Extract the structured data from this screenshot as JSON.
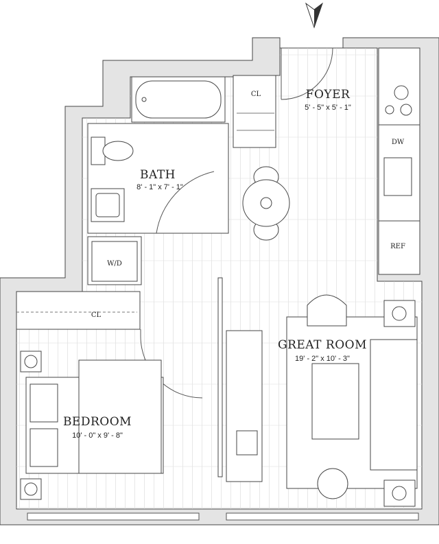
{
  "rooms": {
    "foyer": {
      "name": "FOYER",
      "dims": "5' - 5\" x 5' - 1\""
    },
    "bath": {
      "name": "BATH",
      "dims": "8' - 1\" x 7' - 1\""
    },
    "great_room": {
      "name": "GREAT ROOM",
      "dims": "19' - 2\" x 10' - 3\""
    },
    "bedroom": {
      "name": "BEDROOM",
      "dims": "10' - 0\" x 9' - 8\""
    }
  },
  "labels": {
    "foyer_closet": "CL",
    "bedroom_closet": "CL",
    "dishwasher": "DW",
    "refrigerator": "REF",
    "washer_dryer": "W/D"
  },
  "colors": {
    "wall": "#e4e4e4",
    "line": "#444444"
  }
}
